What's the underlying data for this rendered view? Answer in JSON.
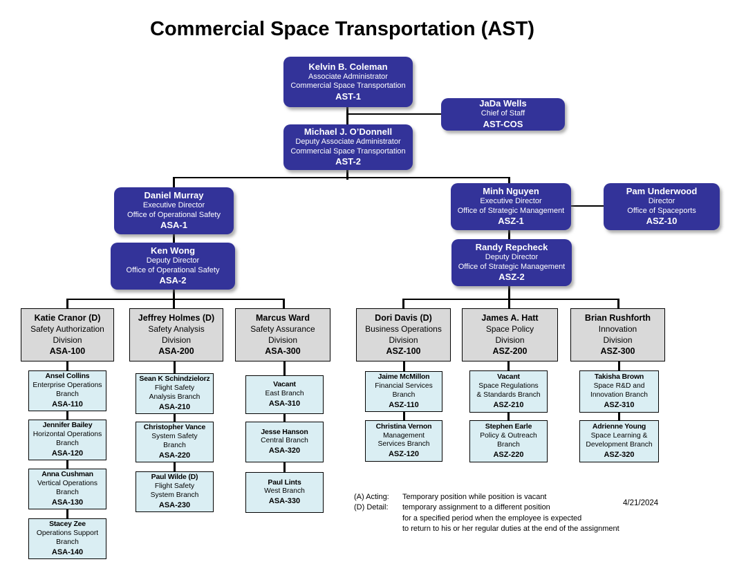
{
  "title": "Commercial Space Transportation (AST)",
  "date": "4/21/2024",
  "colors": {
    "exec_box": "#333399",
    "division_box": "#d9d9d9",
    "branch_box": "#daeef3",
    "line": "#000000",
    "exec_text": "#ffffff"
  },
  "executives": {
    "ast1": {
      "name": "Kelvin B. Coleman",
      "line1": "Associate Administrator",
      "line2": "Commercial Space Transportation",
      "code": "AST-1"
    },
    "cos": {
      "name": "JaDa Wells",
      "line1": "Chief of Staff",
      "line2": "",
      "code": "AST-COS"
    },
    "ast2": {
      "name": "Michael J. O’Donnell",
      "line1": "Deputy Associate Administrator",
      "line2": "Commercial Space Transportation",
      "code": "AST-2"
    },
    "asa1": {
      "name": "Daniel Murray",
      "line1": "Executive Director",
      "line2": "Office of Operational Safety",
      "code": "ASA-1"
    },
    "asa2": {
      "name": "Ken Wong",
      "line1": "Deputy Director",
      "line2": "Office of Operational Safety",
      "code": "ASA-2"
    },
    "asz1": {
      "name": "Minh Nguyen",
      "line1": "Executive Director",
      "line2": "Office of Strategic Management",
      "code": "ASZ-1"
    },
    "asz10": {
      "name": "Pam Underwood",
      "line1": "Director",
      "line2": "Office of Spaceports",
      "code": "ASZ-10"
    },
    "asz2": {
      "name": "Randy Repcheck",
      "line1": "Deputy Director",
      "line2": "Office of Strategic Management",
      "code": "ASZ-2"
    }
  },
  "divisions": [
    {
      "name": "Katie Cranor (D)",
      "line1": "Safety Authorization",
      "line2": "Division",
      "code": "ASA-100"
    },
    {
      "name": "Jeffrey Holmes (D)",
      "line1": "Safety Analysis",
      "line2": "Division",
      "code": "ASA-200"
    },
    {
      "name": "Marcus Ward",
      "line1": "Safety Assurance",
      "line2": "Division",
      "code": "ASA-300"
    },
    {
      "name": "Dori Davis (D)",
      "line1": "Business Operations",
      "line2": "Division",
      "code": "ASZ-100"
    },
    {
      "name": "James A. Hatt",
      "line1": "Space Policy",
      "line2": "Division",
      "code": "ASZ-200"
    },
    {
      "name": "Brian Rushforth",
      "line1": "Innovation",
      "line2": "Division",
      "code": "ASZ-300"
    }
  ],
  "branches": {
    "asa100": [
      {
        "name": "Ansel Collins",
        "lines": [
          "Enterprise Operations",
          "Branch"
        ],
        "code": "ASA-110"
      },
      {
        "name": "Jennifer Bailey",
        "lines": [
          "Horizontal Operations",
          "Branch"
        ],
        "code": "ASA-120"
      },
      {
        "name": "Anna Cushman",
        "lines": [
          "Vertical Operations",
          "Branch"
        ],
        "code": "ASA-130"
      },
      {
        "name": "Stacey Zee",
        "lines": [
          "Operations Support",
          "Branch"
        ],
        "code": "ASA-140"
      }
    ],
    "asa200": [
      {
        "name": "Sean K Schindzielorz",
        "lines": [
          "Flight Safety",
          "Analysis Branch"
        ],
        "code": "ASA-210"
      },
      {
        "name": "Christopher Vance",
        "lines": [
          "System Safety",
          "Branch"
        ],
        "code": "ASA-220"
      },
      {
        "name": "Paul Wilde (D)",
        "lines": [
          "Flight Safety",
          "System Branch"
        ],
        "code": "ASA-230"
      }
    ],
    "asa300": [
      {
        "name": "Vacant",
        "lines": [
          "East Branch",
          ""
        ],
        "code": "ASA-310"
      },
      {
        "name": "Jesse Hanson",
        "lines": [
          "Central Branch",
          ""
        ],
        "code": "ASA-320"
      },
      {
        "name": "Paul Lints",
        "lines": [
          "West Branch",
          ""
        ],
        "code": "ASA-330"
      }
    ],
    "asz100": [
      {
        "name": "Jaime McMillon",
        "lines": [
          "Financial Services",
          "Branch"
        ],
        "code": "ASZ-110"
      },
      {
        "name": "Christina Vernon",
        "lines": [
          "Management",
          "Services Branch"
        ],
        "code": "ASZ-120"
      }
    ],
    "asz200": [
      {
        "name": "Vacant",
        "lines": [
          "Space Regulations",
          "& Standards Branch"
        ],
        "code": "ASZ-210"
      },
      {
        "name": "Stephen Earle",
        "lines": [
          "Policy & Outreach",
          "Branch"
        ],
        "code": "ASZ-220"
      }
    ],
    "asz300": [
      {
        "name": "Takisha Brown",
        "lines": [
          "Space R&D and",
          "Innovation Branch"
        ],
        "code": "ASZ-310"
      },
      {
        "name": "Adrienne Young",
        "lines": [
          "Space Learning &",
          "Development Branch"
        ],
        "code": "ASZ-320"
      }
    ]
  },
  "legend": {
    "acting_label": "(A) Acting:",
    "acting_text": "Temporary position while position is vacant",
    "detail_label": "(D) Detail:",
    "detail_lines": [
      "temporary assignment to a different position",
      "for a specified period when the employee is expected",
      "to return to his or her regular duties at the end of the assignment"
    ]
  }
}
